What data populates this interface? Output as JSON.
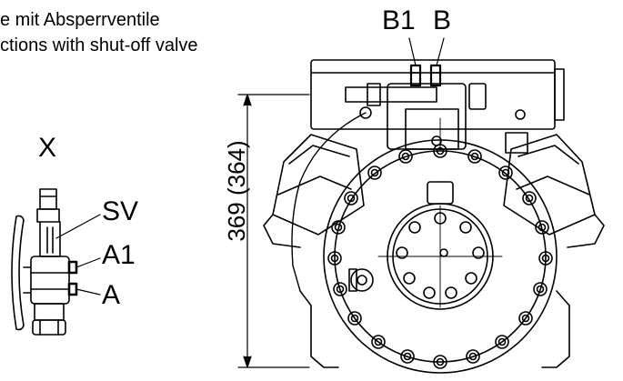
{
  "caption": {
    "line1": "e mit Absperrventile",
    "line2": "ctions with shut-off valve"
  },
  "detail": {
    "view_label": "X",
    "callouts": [
      "SV",
      "A1",
      "A"
    ]
  },
  "connections": {
    "left": "B1",
    "right": "B"
  },
  "dimension": {
    "height_text": "369 (364)"
  },
  "colors": {
    "line": "#000000",
    "background": "#ffffff"
  }
}
